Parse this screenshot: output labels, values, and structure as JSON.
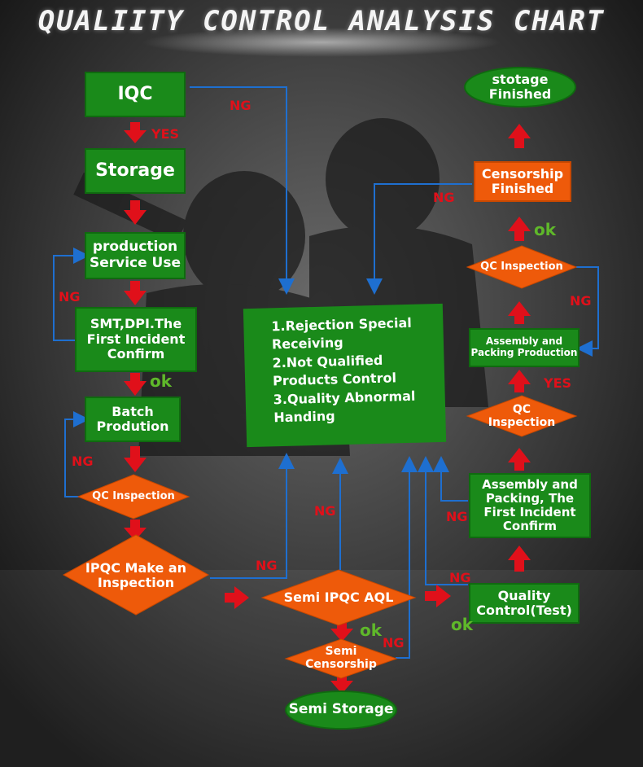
{
  "title": "QUALIITY CONTROL ANALYSIS CHART",
  "colors": {
    "green": "#1a8a1a",
    "orange": "#ee5a0a",
    "red_arrow": "#e0101a",
    "blue_line": "#1e6fd0",
    "ok_green": "#5fb82a"
  },
  "nodes": {
    "iqc": "IQC",
    "storage": "Storage",
    "production_service_use": "production Service Use",
    "smt_dpi_first_incident": "SMT,DPI.The First Incident Confirm",
    "batch_production": "Batch Prodution",
    "qc_inspection_left": "QC Inspection",
    "ipqc_make_inspection": "IPQC Make an Inspection",
    "semi_ipqc_aql": "Semi IPQC AQL",
    "semi_censorship": "Semi Censorship",
    "semi_storage": "Semi Storage",
    "quality_control_test": "Quality Control(Test)",
    "assembly_packing_first_incident": "Assembly and Packing, The First Incident Confirm",
    "qc_inspection_right_lower": "QC Inspection",
    "assembly_packing_production": "Assembly and Packing Production",
    "qc_inspection_right_upper": "QC Inspection",
    "censorship_finished": "Censorship Finished",
    "storage_finished": "stotage Finished"
  },
  "central": {
    "line1": "1.Rejection Special Receiving",
    "line2": "2.Not Qualified Products Control",
    "line3": "3.Quality Abnormal Handing"
  },
  "labels": {
    "ng": "NG",
    "yes": "YES",
    "ok": "ok"
  }
}
